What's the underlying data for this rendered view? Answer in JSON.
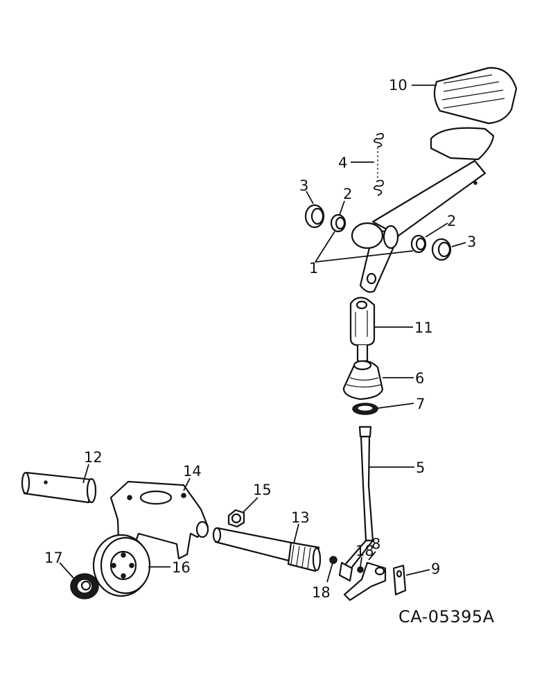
{
  "drawing_code": "CA-05395A",
  "callouts": {
    "c1": "1",
    "c2a": "2",
    "c2b": "2",
    "c3a": "3",
    "c3b": "3",
    "c4": "4",
    "c5": "5",
    "c6": "6",
    "c7": "7",
    "c8": "8",
    "c9": "9",
    "c10": "10",
    "c11": "11",
    "c12": "12",
    "c13": "13",
    "c14": "14",
    "c15": "15",
    "c16": "16",
    "c17": "17",
    "c18a": "18",
    "c18b": "18"
  }
}
